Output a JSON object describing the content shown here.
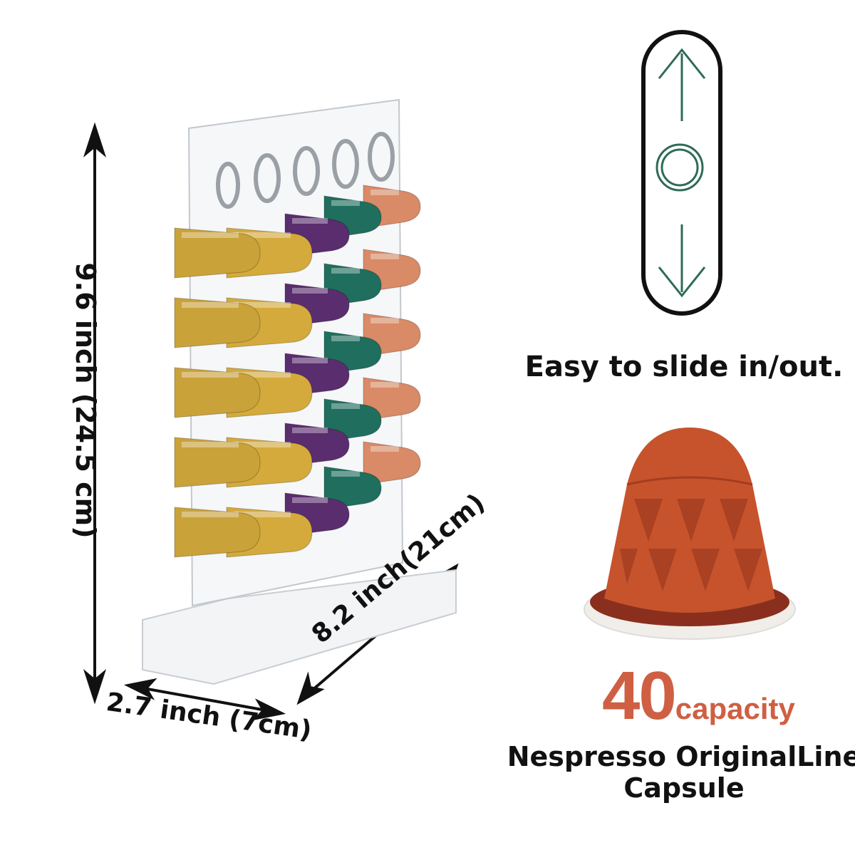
{
  "dimensions": {
    "height": "9.6 inch (24.5 cm)",
    "depth": "2.7 inch (7cm)",
    "width": "8.2 inch(21cm)"
  },
  "slide_caption": "Easy to slide in/out.",
  "capacity": {
    "number": "40",
    "label": "capacity"
  },
  "capsule_name": {
    "line1": "Nespresso OriginalLine",
    "line2": "Capsule"
  },
  "colors": {
    "accent": "#cf5f43",
    "arrow_green": "#2e6b55"
  },
  "capsule_columns": [
    {
      "color": "#c9a23a",
      "count": 5
    },
    {
      "color": "#d4aa3c",
      "count": 5
    },
    {
      "color": "#5a2d6e",
      "count": 5
    },
    {
      "color": "#1f6e5e",
      "count": 5
    },
    {
      "color": "#d98a66",
      "count": 5
    }
  ]
}
